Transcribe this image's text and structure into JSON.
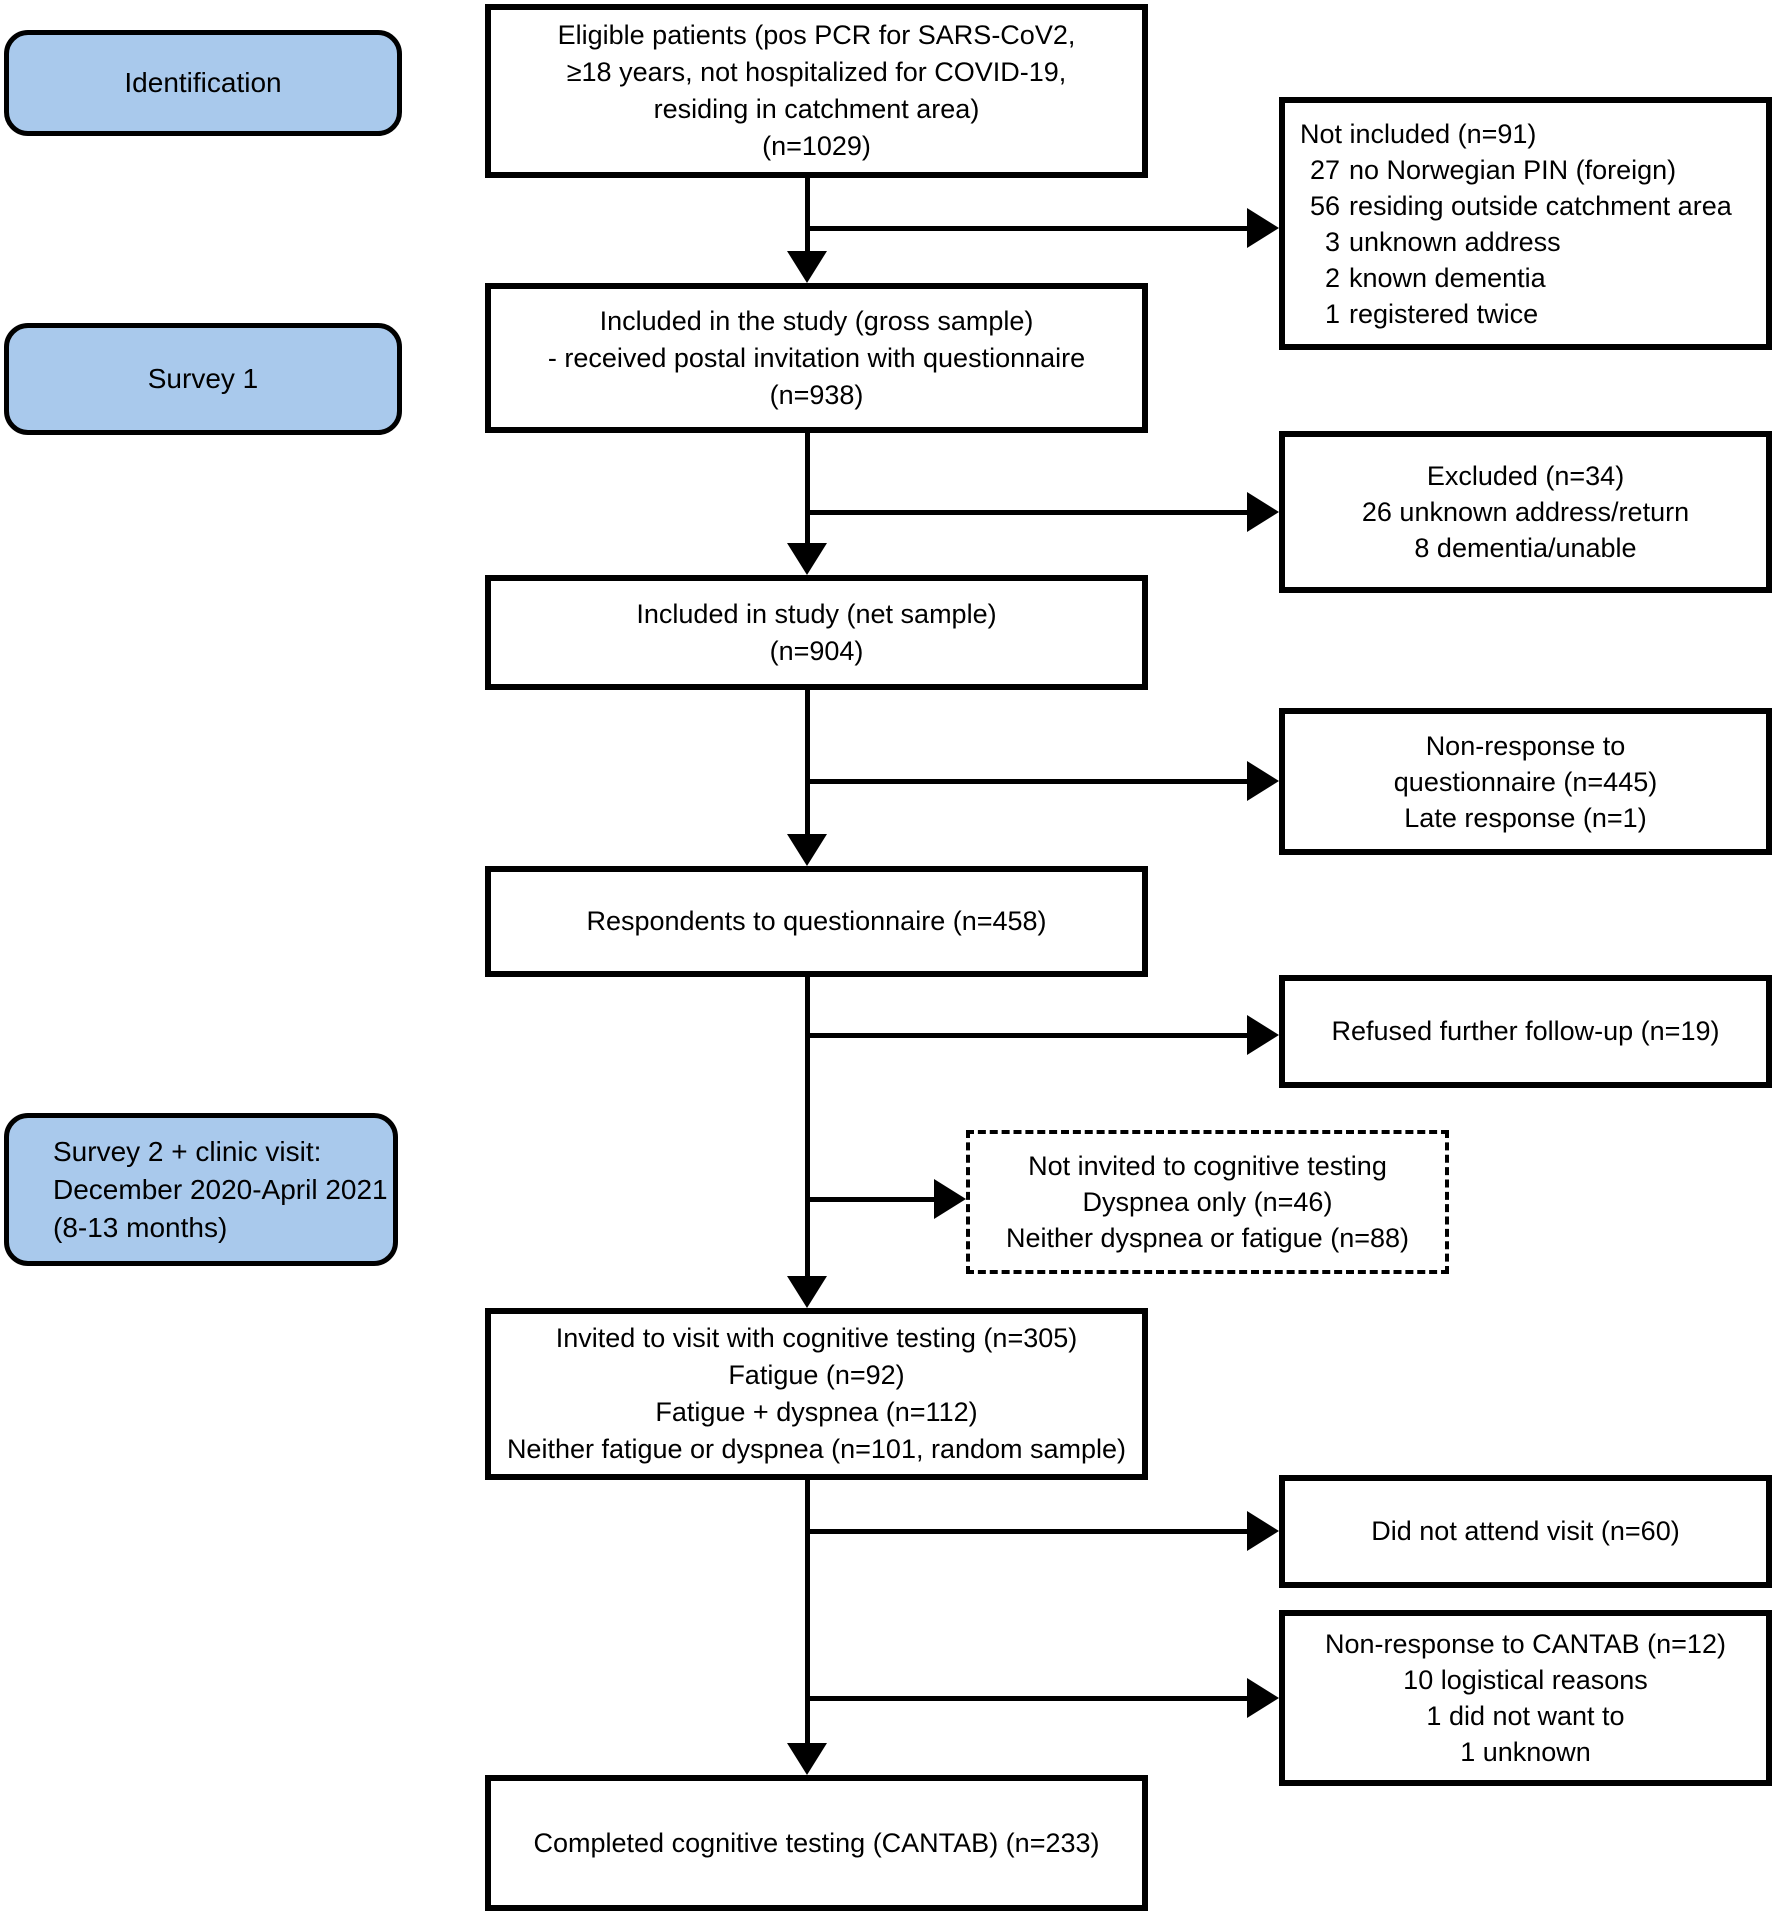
{
  "colors": {
    "stage_fill": "#a9c9ec",
    "line": "#000000",
    "box_fill": "#ffffff",
    "background": "#ffffff"
  },
  "stages": {
    "identification": {
      "label": "Identification"
    },
    "survey1": {
      "label": "Survey 1"
    },
    "survey2": {
      "lines": [
        "Survey 2 + clinic visit:",
        "December 2020-April 2021",
        "(8-13 months)"
      ]
    }
  },
  "flow": {
    "eligible": {
      "lines": [
        "Eligible patients (pos PCR for SARS-CoV2,",
        "≥18 years, not hospitalized for COVID-19,",
        "residing in catchment area)",
        "(n=1029)"
      ]
    },
    "gross": {
      "lines": [
        "Included in the study (gross sample)",
        "- received postal invitation with questionnaire",
        "(n=938)"
      ]
    },
    "net": {
      "lines": [
        "Included in study (net sample)",
        "(n=904)"
      ]
    },
    "respondents": {
      "lines": [
        "Respondents to questionnaire (n=458)"
      ]
    },
    "invited": {
      "lines": [
        "Invited to visit with cognitive testing (n=305)",
        "Fatigue (n=92)",
        "Fatigue + dyspnea (n=112)",
        "Neither fatigue or dyspnea (n=101, random sample)"
      ]
    },
    "completed": {
      "lines": [
        "Completed cognitive testing (CANTAB) (n=233)"
      ]
    }
  },
  "side": {
    "not_included": {
      "title": "Not included (n=91)",
      "items": [
        {
          "num": "27",
          "text": "no Norwegian PIN (foreign)"
        },
        {
          "num": "56",
          "text": "residing outside catchment area"
        },
        {
          "num": "3",
          "text": "unknown address"
        },
        {
          "num": "2",
          "text": "known dementia"
        },
        {
          "num": "1",
          "text": "registered twice"
        }
      ]
    },
    "excluded": {
      "lines": [
        "Excluded (n=34)",
        "26 unknown address/return",
        "8 dementia/unable"
      ]
    },
    "non_response_questionnaire": {
      "lines": [
        "Non-response to",
        "questionnaire (n=445)",
        "Late response (n=1)"
      ]
    },
    "refused": {
      "lines": [
        "Refused further follow-up (n=19)"
      ]
    },
    "not_invited": {
      "lines": [
        "Not invited to cognitive testing",
        "Dyspnea only (n=46)",
        "Neither dyspnea or fatigue (n=88)"
      ]
    },
    "did_not_attend": {
      "lines": [
        "Did not attend visit (n=60)"
      ]
    },
    "non_response_cantab": {
      "lines": [
        "Non-response to CANTAB (n=12)",
        "10 logistical reasons",
        "1 did not want to",
        "1 unknown"
      ]
    }
  }
}
